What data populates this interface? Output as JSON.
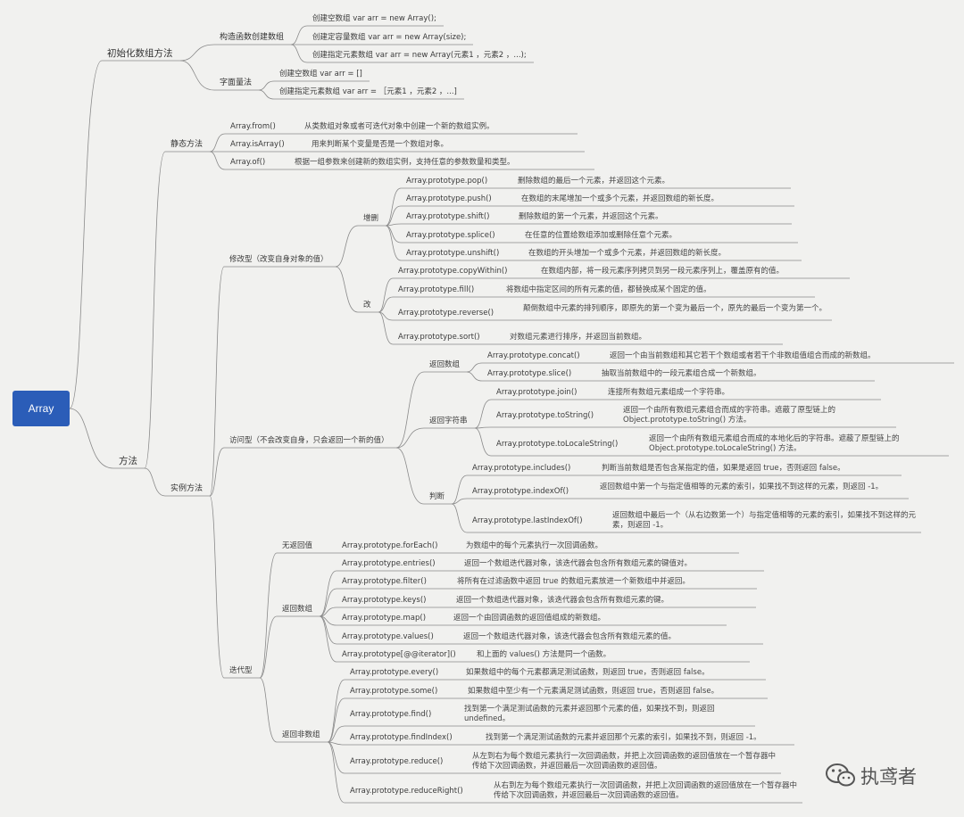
{
  "root": "Array",
  "nodes": {
    "init": "初始化数组方法",
    "ctor": "构造函数创建数组",
    "ctor_1": "创建空数组 var arr = new Array();",
    "ctor_2": "创建定容量数组 var arr = new Array(size);",
    "ctor_3": "创建指定元素数组 var arr = new Array(元素1 ，元素2 ，...);",
    "literal": "字面量法",
    "lit_1": "创建空数组 var arr = []",
    "lit_2": "创建指定元素数组 var arr = ［元素1 ，元素2 ，...]",
    "methods": "方法",
    "static": "静态方法",
    "s_from": "Array.from()",
    "s_from_d": "从类数组对象或者可迭代对象中创建一个新的数组实例。",
    "s_isarr": "Array.isArray()",
    "s_isarr_d": "用来判断某个变量是否是一个数组对象。",
    "s_of": "Array.of()",
    "s_of_d": "根据一组参数来创建新的数组实例，支持任意的参数数量和类型。",
    "instance": "实例方法",
    "mut": "修改型（改变自身对象的值）",
    "adddel": "增删",
    "pop": "Array.prototype.pop()",
    "pop_d": "删除数组的最后一个元素，并返回这个元素。",
    "push": "Array.prototype.push()",
    "push_d": "在数组的末尾增加一个或多个元素，并返回数组的新长度。",
    "shift": "Array.prototype.shift()",
    "shift_d": "删除数组的第一个元素，并返回这个元素。",
    "splice": "Array.prototype.splice()",
    "splice_d": "在任意的位置给数组添加或删除任意个元素。",
    "unshift": "Array.prototype.unshift()",
    "unshift_d": "在数组的开头增加一个或多个元素，并返回数组的新长度。",
    "change": "改",
    "copy": "Array.prototype.copyWithin()",
    "copy_d": "在数组内部，将一段元素序列拷贝到另一段元素序列上，覆盖原有的值。",
    "fill": "Array.prototype.fill()",
    "fill_d": "将数组中指定区间的所有元素的值，都替换成某个固定的值。",
    "reverse": "Array.prototype.reverse()",
    "reverse_d": "颠倒数组中元素的排列顺序，即原先的第一个变为最后一个，原先的最后一个变为第一个。",
    "sort": "Array.prototype.sort()",
    "sort_d": "对数组元素进行排序，并返回当前数组。",
    "access": "访问型（不会改变自身，只会返回一个新的值）",
    "ret_arr": "返回数组",
    "concat": "Array.prototype.concat()",
    "concat_d": "返回一个由当前数组和其它若干个数组或者若干个非数组值组合而成的新数组。",
    "slice": "Array.prototype.slice()",
    "slice_d": "抽取当前数组中的一段元素组合成一个新数组。",
    "ret_str": "返回字符串",
    "join": "Array.prototype.join()",
    "join_d": "连接所有数组元素组成一个字符串。",
    "tostr": "Array.prototype.toString()",
    "tostr_d": "返回一个由所有数组元素组合而成的字符串。遮蔽了原型链上的 Object.prototype.toString() 方法。",
    "tolocale": "Array.prototype.toLocaleString()",
    "tolocale_d": "返回一个由所有数组元素组合而成的本地化后的字符串。遮蔽了原型链上的 Object.prototype.toLocaleString() 方法。",
    "judge": "判断",
    "includes": "Array.prototype.includes()",
    "includes_d": "判断当前数组是否包含某指定的值，如果是返回 true，否则返回 false。",
    "indexof": "Array.prototype.indexOf()",
    "indexof_d": "返回数组中第一个与指定值相等的元素的索引，如果找不到这样的元素，则返回 -1。",
    "lastindexof": "Array.prototype.lastIndexOf()",
    "lastindexof_d": "返回数组中最后一个（从右边数第一个）与指定值相等的元素的索引，如果找不到这样的元素，则返回 -1。",
    "iter": "迭代型",
    "no_ret": "无返回值",
    "foreach": "Array.prototype.forEach()",
    "foreach_d": "为数组中的每个元素执行一次回调函数。",
    "ret_arr2": "返回数组",
    "entries": "Array.prototype.entries()",
    "entries_d": "返回一个数组迭代器对象，该迭代器会包含所有数组元素的键值对。",
    "filter": "Array.prototype.filter()",
    "filter_d": "将所有在过滤函数中返回 true 的数组元素放进一个新数组中并返回。",
    "keys": "Array.prototype.keys()",
    "keys_d": "返回一个数组迭代器对象，该迭代器会包含所有数组元素的键。",
    "map": "Array.prototype.map()",
    "map_d": "返回一个由回调函数的返回值组成的新数组。",
    "values": "Array.prototype.values()",
    "values_d": "返回一个数组迭代器对象，该迭代器会包含所有数组元素的值。",
    "iterator": "Array.prototype[@@iterator]()",
    "iterator_d": "和上面的 values() 方法是同一个函数。",
    "ret_nonarr": "返回非数组",
    "every": "Array.prototype.every()",
    "every_d": "如果数组中的每个元素都满足测试函数，则返回 true，否则返回 false。",
    "some": "Array.prototype.some()",
    "some_d": "如果数组中至少有一个元素满足测试函数，则返回 true，否则返回 false。",
    "find": "Array.prototype.find()",
    "find_d": "找到第一个满足测试函数的元素并返回那个元素的值，如果找不到，则返回 undefined。",
    "findindex": "Array.prototype.findIndex()",
    "findindex_d": "找到第一个满足测试函数的元素并返回那个元素的索引，如果找不到，则返回 -1。",
    "reduce": "Array.prototype.reduce()",
    "reduce_d": "从左到右为每个数组元素执行一次回调函数，并把上次回调函数的返回值放在一个暂存器中传给下次回调函数，并返回最后一次回调函数的返回值。",
    "reduceright": "Array.prototype.reduceRight()",
    "reduceright_d": "从右到左为每个数组元素执行一次回调函数，并把上次回调函数的返回值放在一个暂存器中传给下次回调函数，并返回最后一次回调函数的返回值。"
  },
  "logo": {
    "text": "执鸢者",
    "icon": "wechat-icon"
  }
}
